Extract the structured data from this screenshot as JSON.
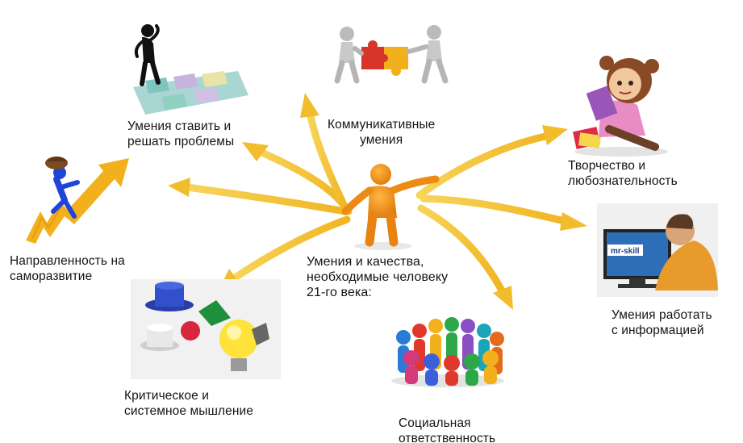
{
  "center": {
    "label": "Умения и качества,\nнеобходимые человеку\n21-го века:"
  },
  "skills": {
    "problems": {
      "label": "Умения ставить и\nрешать проблемы",
      "icon": "puzzle-person-icon"
    },
    "communication": {
      "label": "Коммуникативные\nумения",
      "icon": "people-puzzle-icon"
    },
    "creativity": {
      "label": "Творчество и\nлюбознательность",
      "icon": "girl-with-book-icon"
    },
    "self_development": {
      "label": "Направленность на\nсаморазвитие",
      "icon": "climbing-arrow-icon"
    },
    "information": {
      "label": "Умения работать\nс информацией",
      "icon": "computer-user-icon",
      "screen_text": "mr-skill"
    },
    "critical_thinking": {
      "label": "Критическое и\nсистемное мышление",
      "icon": "thinking-hats-bulb-icon"
    },
    "social": {
      "label": "Социальная\nответственность",
      "icon": "people-circle-icon"
    }
  },
  "colors": {
    "arrow": "#f4c233",
    "center_figure": "#f29418",
    "background": "#ffffff",
    "text": "#141414"
  }
}
